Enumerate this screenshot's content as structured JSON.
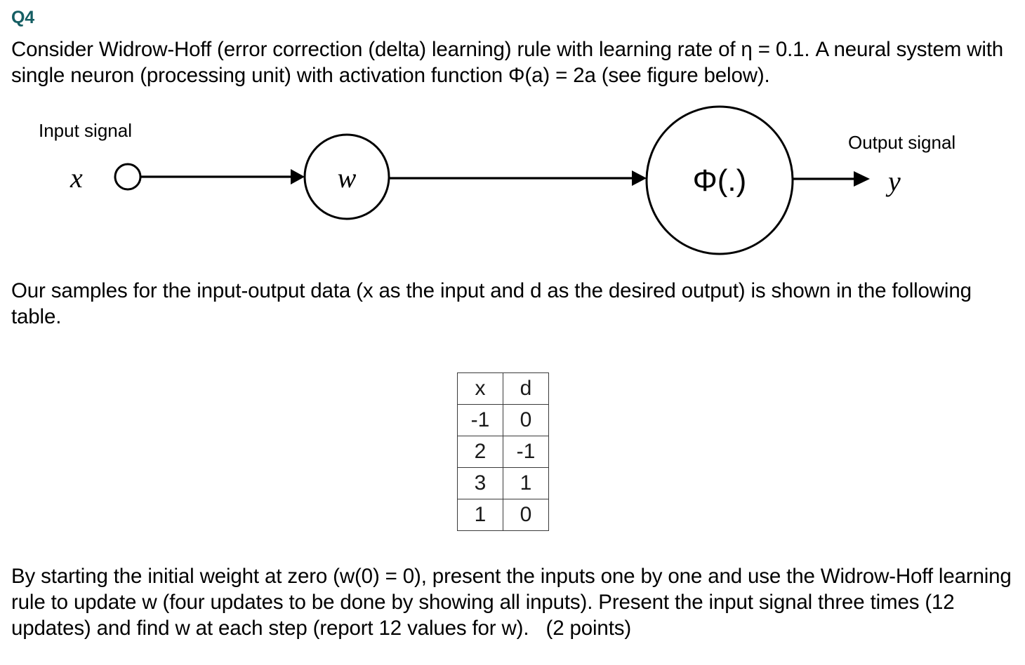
{
  "heading": {
    "label": "Q4",
    "color": "#155e63"
  },
  "paragraphs": {
    "intro": "Consider Widrow-Hoff (error correction (delta) learning) rule with learning rate of η = 0.1. A neural system with single neuron (processing unit) with activation function Φ(a) = 2a (see figure below).",
    "samples": "Our samples for the input-output data (x as the input and d as the desired output) is shown in the following table.",
    "task": "By starting the initial weight at zero (w(0) = 0), present the inputs one by one and use the Widrow-Hoff learning rule to update w (four updates to be done by showing all inputs). Present the input signal three times (12 updates) and find w at each step (report 12 values for w).   (2 points)"
  },
  "diagram": {
    "input_label": "Input signal",
    "input_variable": "x",
    "weight_node_label": "w",
    "activation_node_label": "Φ(.)",
    "output_label": "Output signal",
    "output_variable": "y",
    "stroke_color": "#000000"
  },
  "table": {
    "headers": [
      "x",
      "d"
    ],
    "rows": [
      [
        "-1",
        "0"
      ],
      [
        "2",
        "-1"
      ],
      [
        "3",
        "1"
      ],
      [
        "1",
        "0"
      ]
    ]
  }
}
